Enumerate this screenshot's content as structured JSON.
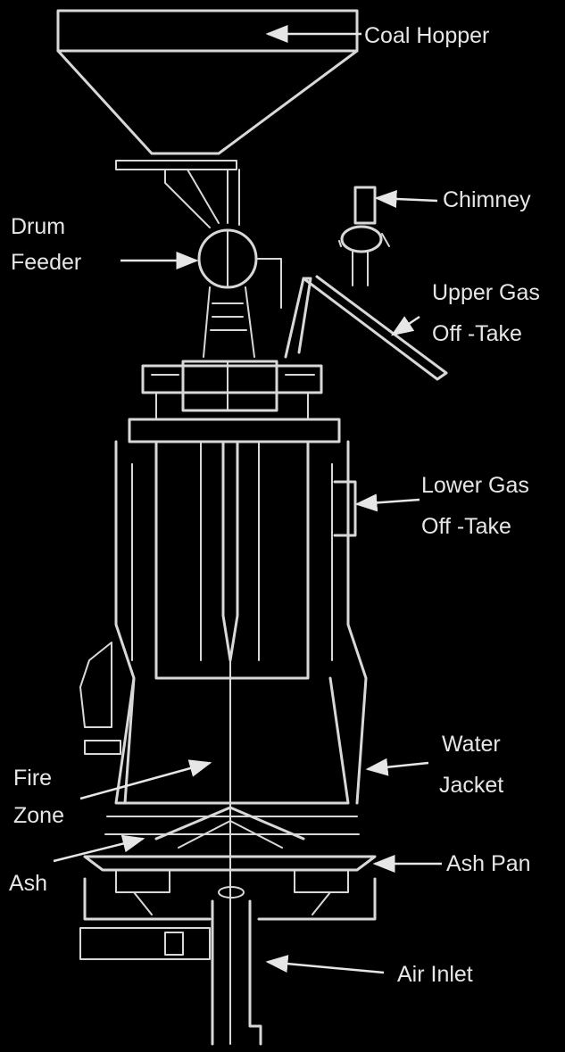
{
  "labels": {
    "coal_hopper": "Coal Hopper",
    "chimney": "Chimney",
    "drum": "Drum",
    "feeder": "Feeder",
    "upper_gas": "Upper Gas",
    "upper_offtake": "Off -Take",
    "lower_gas": "Lower  Gas",
    "lower_offtake": "Off -Take",
    "water": "Water",
    "jacket": "Jacket",
    "fire": "Fire",
    "zone": "Zone",
    "ash": "Ash",
    "ash_pan": "Ash Pan",
    "air_inlet": "Air Inlet"
  },
  "colors": {
    "background": "#000000",
    "line": "#d8d8d8",
    "text": "#e6e6e6"
  }
}
